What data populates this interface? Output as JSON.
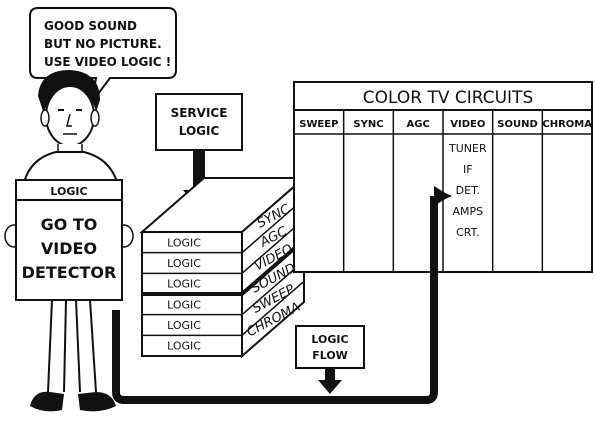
{
  "speech_bubble": {
    "lines": [
      "GOOD SOUND",
      "BUT NO PICTURE.",
      "USE VIDEO LOGIC !"
    ]
  },
  "sign": {
    "header": "LOGIC",
    "lines": [
      "GO TO",
      "VIDEO",
      "DETECTOR"
    ]
  },
  "service_logic": {
    "lines": [
      "SERVICE",
      "LOGIC"
    ]
  },
  "block_stack": {
    "front_labels": [
      "LOGIC",
      "LOGIC",
      "LOGIC",
      "LOGIC",
      "LOGIC",
      "LOGIC"
    ],
    "side_labels": [
      "SYNC",
      "AGC",
      "VIDEO",
      "SOUND",
      "SWEEP",
      "CHROMA"
    ]
  },
  "circuits_table": {
    "title": "COLOR TV CIRCUITS",
    "columns": [
      "SWEEP",
      "SYNC",
      "AGC",
      "VIDEO",
      "SOUND",
      "CHROMA"
    ],
    "video_items": [
      "TUNER",
      "IF",
      "DET.",
      "AMPS",
      "CRT."
    ]
  },
  "logic_flow": {
    "lines": [
      "LOGIC",
      "FLOW"
    ]
  }
}
